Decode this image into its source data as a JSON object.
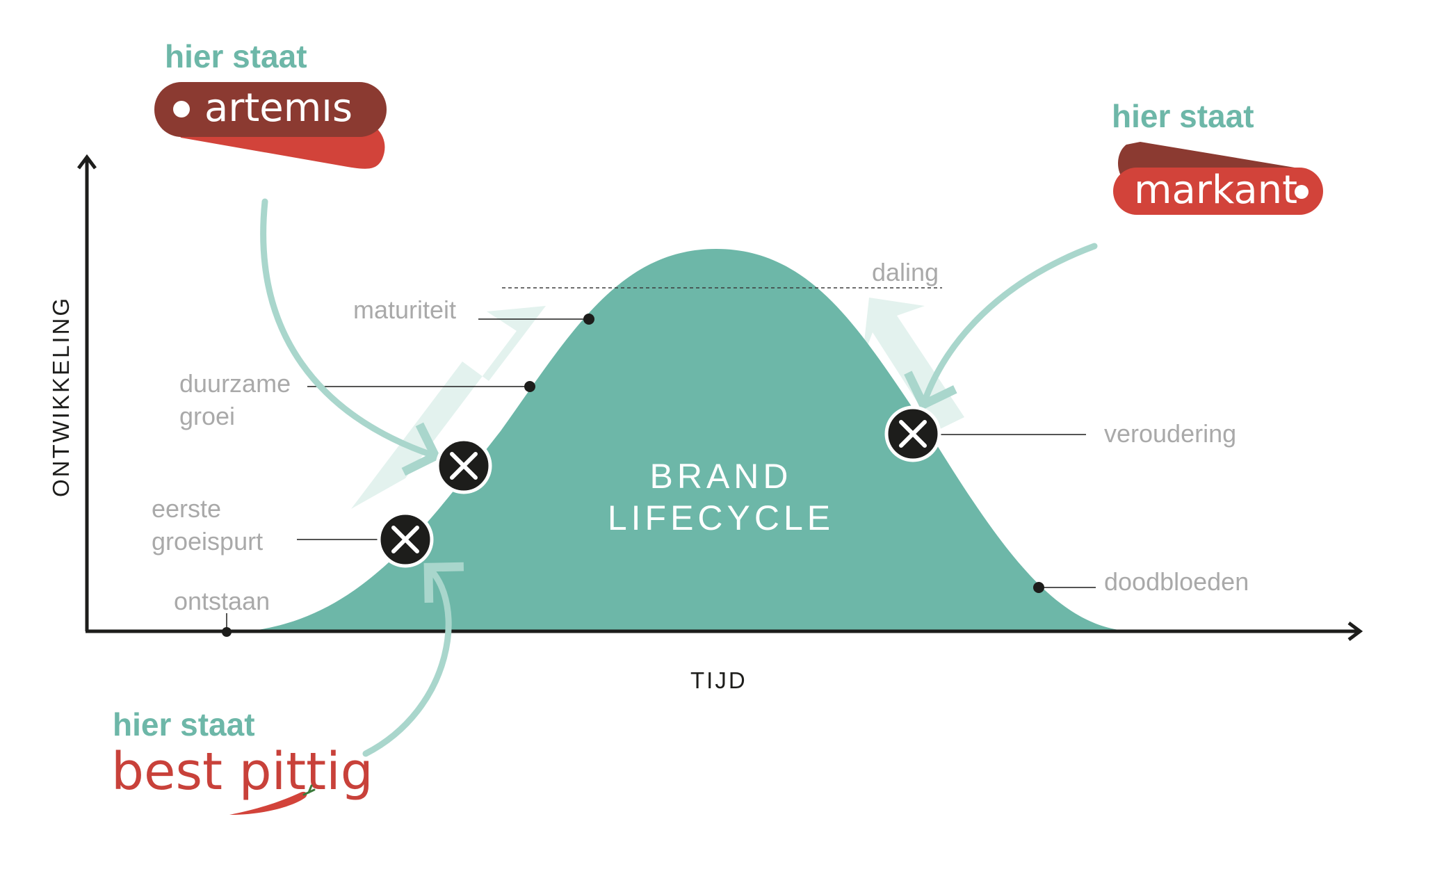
{
  "axes": {
    "y_label": "ONTWIKKELING",
    "x_label": "TIJD"
  },
  "center_title": {
    "line1": "BRAND",
    "line2": "LIFECYCLE"
  },
  "stages": {
    "ontstaan": "ontstaan",
    "eerste_line1": "eerste",
    "eerste_line2": "groeispurt",
    "duurzame_line1": "duurzame",
    "duurzame_line2": "groei",
    "maturiteit": "maturiteit",
    "daling": "daling",
    "veroudering": "veroudering",
    "doodbloeden": "doodbloeden"
  },
  "brands": {
    "artemis": {
      "caption": "hier staat",
      "name": "artemıs"
    },
    "markant": {
      "caption": "hier staat",
      "name": "markant"
    },
    "best_pittig": {
      "caption": "hier staat",
      "name": "best pittig"
    }
  },
  "colors": {
    "teal": "#6db7a8",
    "teal_light": "#a9d6cc",
    "arrow_pale": "#e3f2ee",
    "dark_red": "#8b3a31",
    "red": "#d2433a",
    "axis": "#1d1d1b",
    "label_gray": "#a9a9a9",
    "marker": "#1d1d1b"
  },
  "icons": [
    "close-icon",
    "close-icon",
    "close-icon",
    "chili-pepper-icon"
  ]
}
